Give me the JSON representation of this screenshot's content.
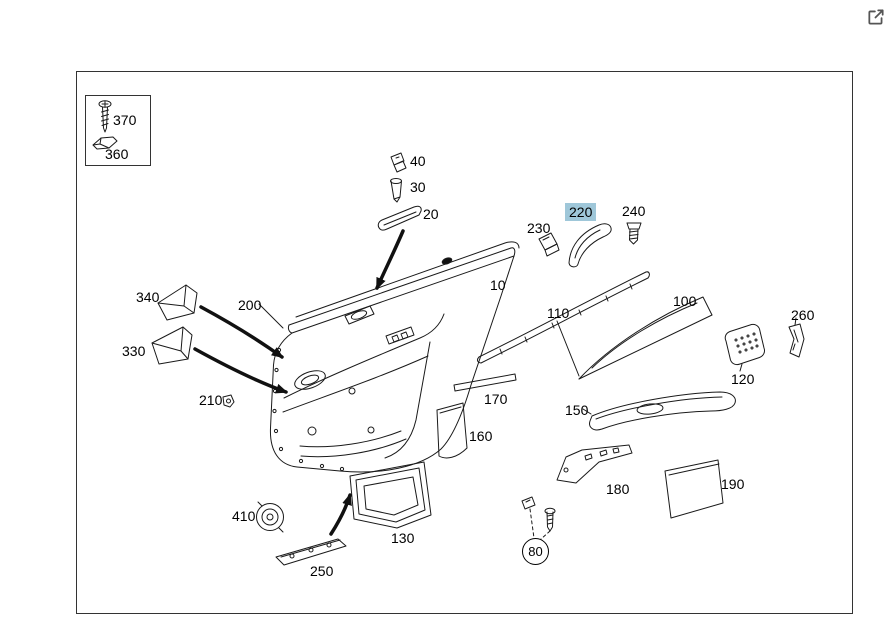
{
  "app": {
    "open_external_icon": "open-in-new-icon"
  },
  "diagram": {
    "kind": "exploded-parts-diagram-door-panel",
    "highlight_color": "#9fc7d9",
    "labels": [
      {
        "id": "370",
        "text": "370"
      },
      {
        "id": "360",
        "text": "360"
      },
      {
        "id": "40",
        "text": "40"
      },
      {
        "id": "30",
        "text": "30"
      },
      {
        "id": "20",
        "text": "20"
      },
      {
        "id": "230",
        "text": "230"
      },
      {
        "id": "220",
        "text": "220",
        "highlighted": true
      },
      {
        "id": "240",
        "text": "240"
      },
      {
        "id": "10",
        "text": "10"
      },
      {
        "id": "200",
        "text": "200"
      },
      {
        "id": "340",
        "text": "340"
      },
      {
        "id": "330",
        "text": "330"
      },
      {
        "id": "210",
        "text": "210"
      },
      {
        "id": "110",
        "text": "110"
      },
      {
        "id": "100",
        "text": "100"
      },
      {
        "id": "260",
        "text": "260"
      },
      {
        "id": "120",
        "text": "120"
      },
      {
        "id": "170",
        "text": "170"
      },
      {
        "id": "160",
        "text": "160"
      },
      {
        "id": "150",
        "text": "150"
      },
      {
        "id": "180",
        "text": "180"
      },
      {
        "id": "190",
        "text": "190"
      },
      {
        "id": "130",
        "text": "130"
      },
      {
        "id": "410",
        "text": "410"
      },
      {
        "id": "250",
        "text": "250"
      },
      {
        "id": "80",
        "text": "80",
        "circled": true
      }
    ]
  }
}
